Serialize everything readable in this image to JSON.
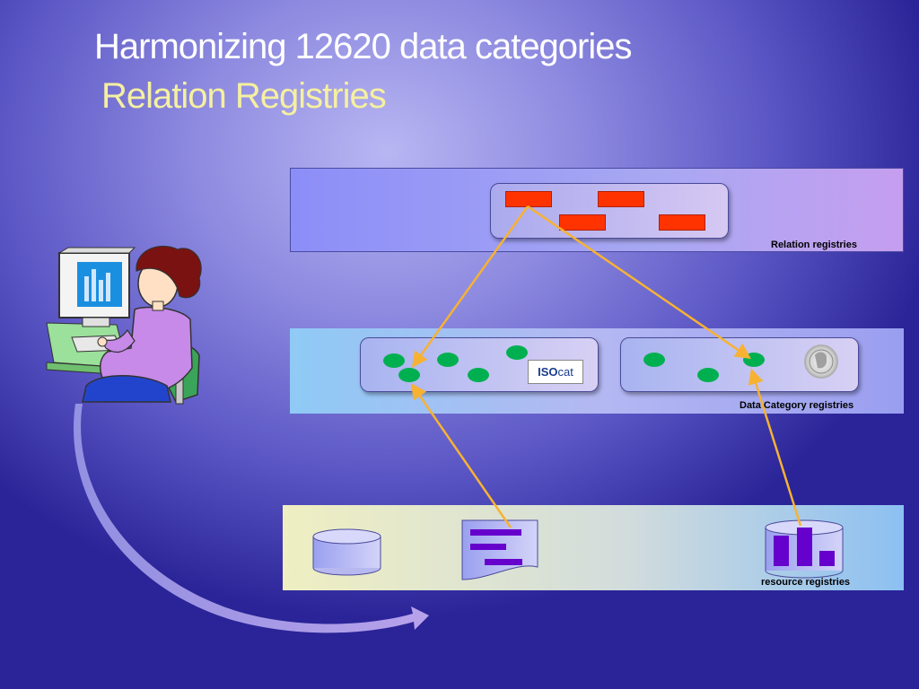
{
  "slide": {
    "title": "Harmonizing 12620 data categories",
    "subtitle": "Relation Registries"
  },
  "bands": {
    "relation_label": "Relation registries",
    "data_category_label": "Data Category registries",
    "resource_label": "resource registries"
  },
  "logos": {
    "isocat_prefix": "ISO",
    "isocat_suffix": "cat",
    "isocat_icon": "isocat-logo",
    "seal_icon": "max-planck-seal"
  },
  "colors": {
    "relation_item": "#ff3300",
    "data_category_item": "#00b050",
    "arrow": "#f7b233",
    "resource_icon": "#6600cc",
    "title_text": "#ffffff",
    "subtitle_text": "#f5f0a0"
  },
  "icons": {
    "user": "person-at-computer-icon",
    "database": "database-cylinder-icon",
    "document": "document-icon",
    "chart_db": "bar-chart-database-icon",
    "curved_arrow": "curved-arrow-icon"
  }
}
